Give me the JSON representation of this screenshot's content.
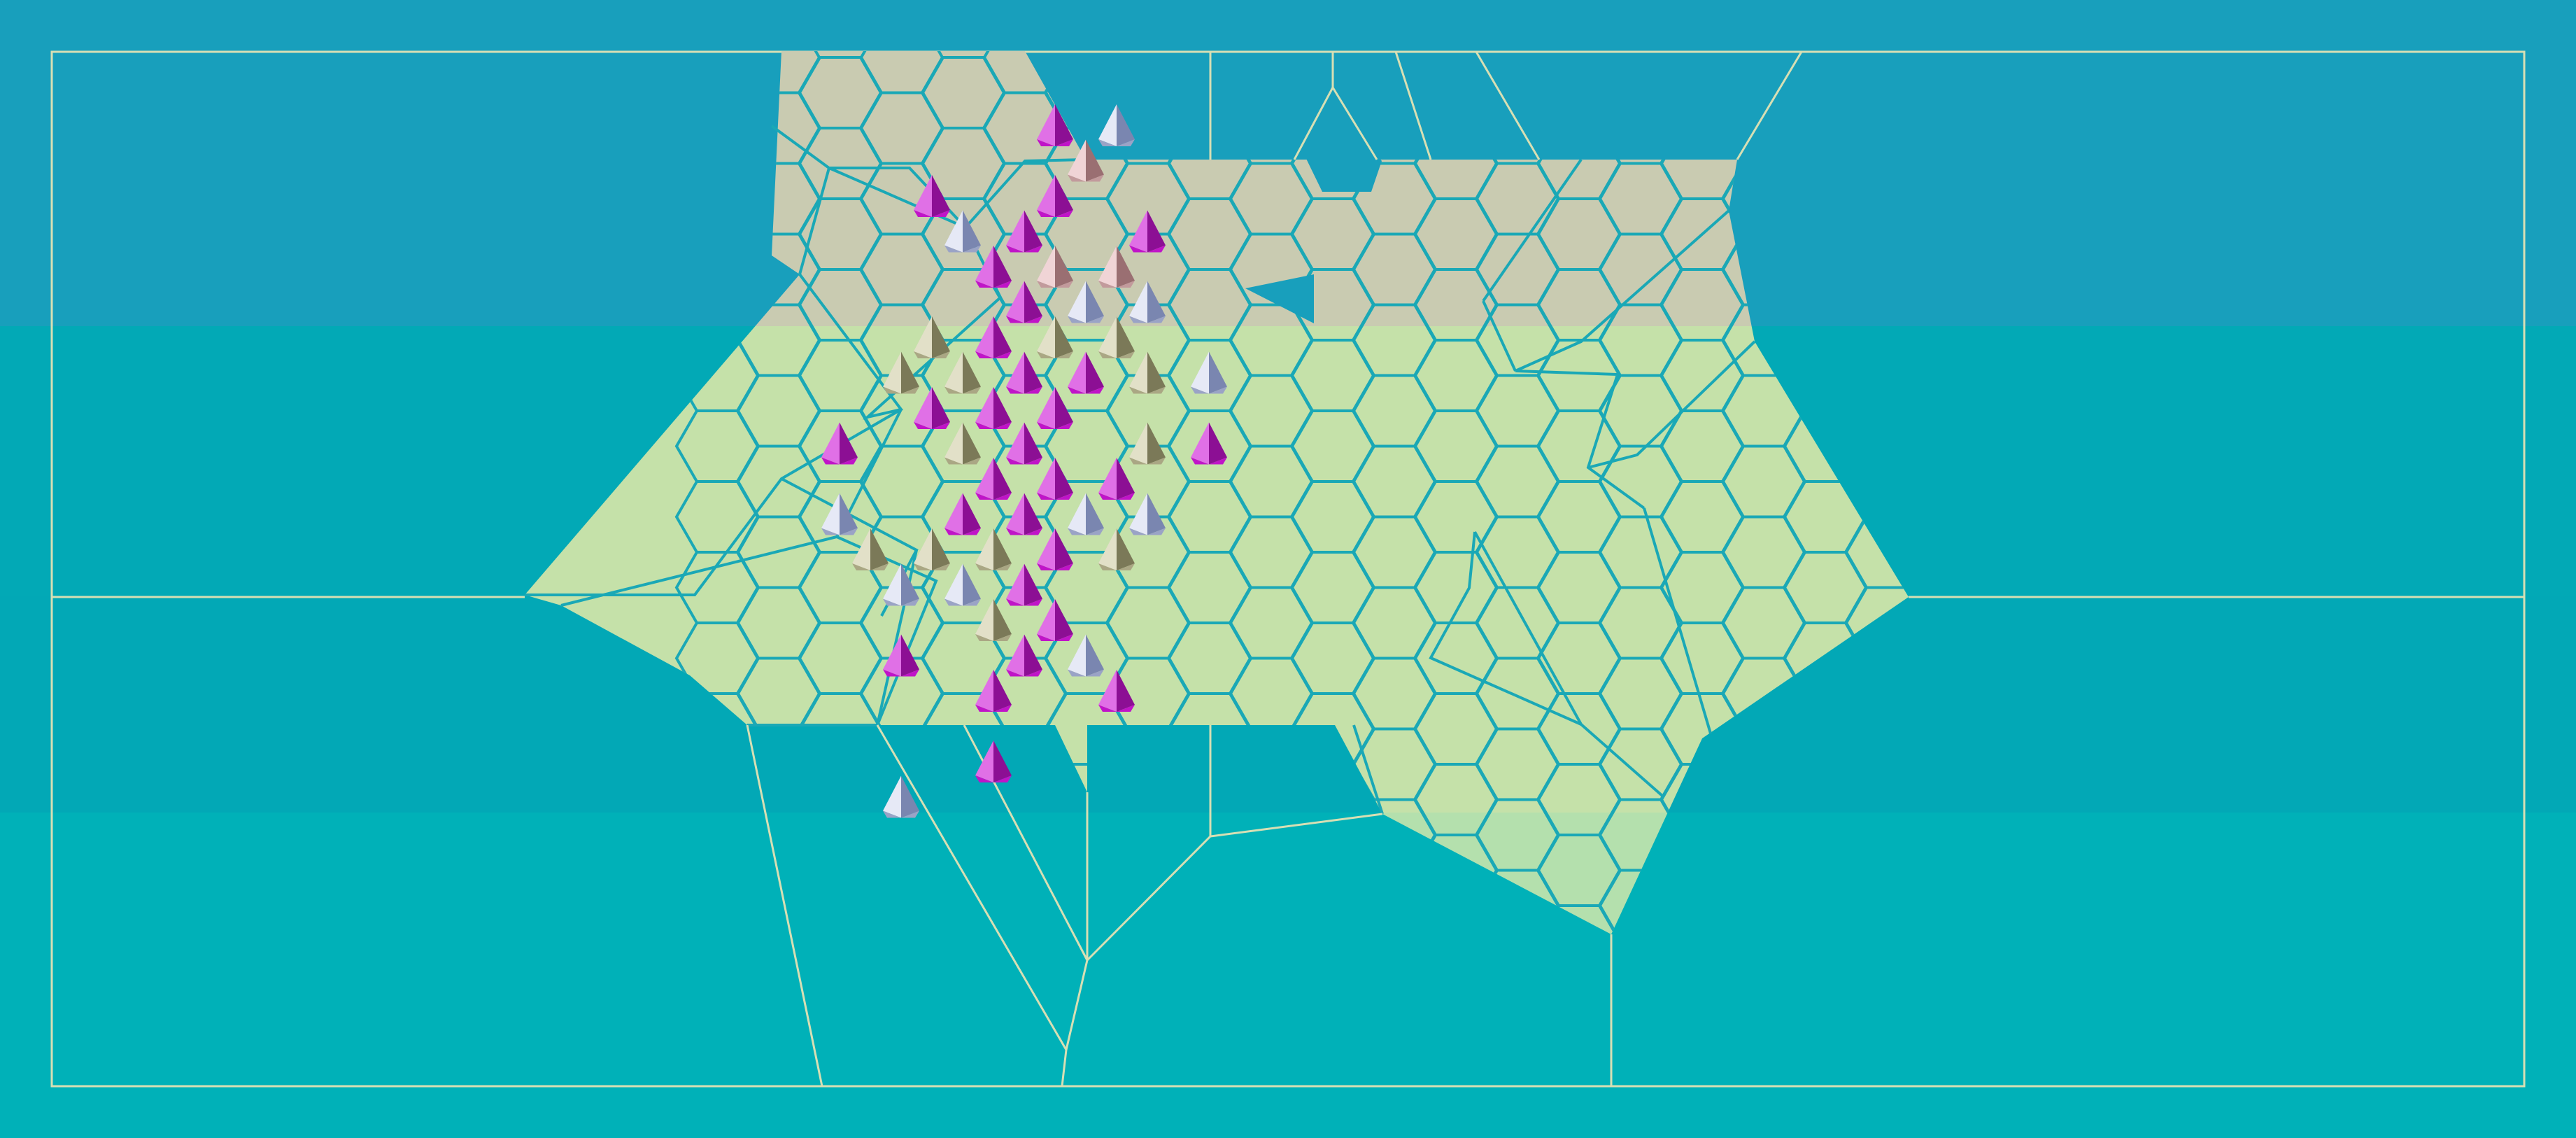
{
  "colors": {
    "sea_top": "#189fbc",
    "sea_mid": "#02a9b6",
    "sea_low": "#02a8b6",
    "sea_bottom": "#00b1b8",
    "land_north": "#c9cbb1",
    "land_mid": "#c5e1a9",
    "land_south": "#b4e0ad",
    "region_border": "#1aa8b6",
    "frame_line": "#d7dfb4",
    "piece_magenta": "#c014c8",
    "piece_gray": "#9aa3c6",
    "piece_olive": "#aaa784",
    "piece_rose": "#c29a9c"
  },
  "pieces": [
    {
      "col": 11,
      "row": 0,
      "kind": "magenta"
    },
    {
      "col": 13,
      "row": 0,
      "kind": "gray"
    },
    {
      "col": 12,
      "row": 1,
      "kind": "rose"
    },
    {
      "col": 7,
      "row": 2,
      "kind": "magenta"
    },
    {
      "col": 11,
      "row": 2,
      "kind": "magenta"
    },
    {
      "col": 8,
      "row": 3,
      "kind": "gray"
    },
    {
      "col": 10,
      "row": 3,
      "kind": "magenta"
    },
    {
      "col": 14,
      "row": 3,
      "kind": "magenta"
    },
    {
      "col": 9,
      "row": 4,
      "kind": "magenta"
    },
    {
      "col": 11,
      "row": 4,
      "kind": "rose"
    },
    {
      "col": 13,
      "row": 4,
      "kind": "rose"
    },
    {
      "col": 10,
      "row": 5,
      "kind": "magenta"
    },
    {
      "col": 12,
      "row": 5,
      "kind": "gray"
    },
    {
      "col": 14,
      "row": 5,
      "kind": "gray"
    },
    {
      "col": 7,
      "row": 6,
      "kind": "olive"
    },
    {
      "col": 9,
      "row": 6,
      "kind": "magenta"
    },
    {
      "col": 11,
      "row": 6,
      "kind": "olive"
    },
    {
      "col": 13,
      "row": 6,
      "kind": "olive"
    },
    {
      "col": 6,
      "row": 7,
      "kind": "olive"
    },
    {
      "col": 8,
      "row": 7,
      "kind": "olive"
    },
    {
      "col": 10,
      "row": 7,
      "kind": "magenta"
    },
    {
      "col": 12,
      "row": 7,
      "kind": "magenta"
    },
    {
      "col": 14,
      "row": 7,
      "kind": "olive"
    },
    {
      "col": 16,
      "row": 7,
      "kind": "gray"
    },
    {
      "col": 7,
      "row": 8,
      "kind": "magenta"
    },
    {
      "col": 9,
      "row": 8,
      "kind": "magenta"
    },
    {
      "col": 11,
      "row": 8,
      "kind": "magenta"
    },
    {
      "col": 4,
      "row": 9,
      "kind": "magenta"
    },
    {
      "col": 8,
      "row": 9,
      "kind": "olive"
    },
    {
      "col": 10,
      "row": 9,
      "kind": "magenta"
    },
    {
      "col": 14,
      "row": 9,
      "kind": "olive"
    },
    {
      "col": 16,
      "row": 9,
      "kind": "magenta"
    },
    {
      "col": 9,
      "row": 10,
      "kind": "magenta"
    },
    {
      "col": 11,
      "row": 10,
      "kind": "magenta"
    },
    {
      "col": 13,
      "row": 10,
      "kind": "magenta"
    },
    {
      "col": 4,
      "row": 11,
      "kind": "gray"
    },
    {
      "col": 8,
      "row": 11,
      "kind": "magenta"
    },
    {
      "col": 10,
      "row": 11,
      "kind": "magenta"
    },
    {
      "col": 12,
      "row": 11,
      "kind": "gray"
    },
    {
      "col": 14,
      "row": 11,
      "kind": "gray"
    },
    {
      "col": 5,
      "row": 12,
      "kind": "olive"
    },
    {
      "col": 7,
      "row": 12,
      "kind": "olive"
    },
    {
      "col": 9,
      "row": 12,
      "kind": "olive"
    },
    {
      "col": 11,
      "row": 12,
      "kind": "magenta"
    },
    {
      "col": 13,
      "row": 12,
      "kind": "olive"
    },
    {
      "col": 6,
      "row": 13,
      "kind": "gray"
    },
    {
      "col": 8,
      "row": 13,
      "kind": "gray"
    },
    {
      "col": 10,
      "row": 13,
      "kind": "magenta"
    },
    {
      "col": 9,
      "row": 14,
      "kind": "olive"
    },
    {
      "col": 11,
      "row": 14,
      "kind": "magenta"
    },
    {
      "col": 6,
      "row": 15,
      "kind": "magenta"
    },
    {
      "col": 10,
      "row": 15,
      "kind": "magenta"
    },
    {
      "col": 12,
      "row": 15,
      "kind": "gray"
    },
    {
      "col": 9,
      "row": 16,
      "kind": "magenta"
    },
    {
      "col": 13,
      "row": 16,
      "kind": "magenta"
    },
    {
      "col": 9,
      "row": 18,
      "kind": "magenta"
    },
    {
      "col": 6,
      "row": 19,
      "kind": "gray"
    }
  ]
}
